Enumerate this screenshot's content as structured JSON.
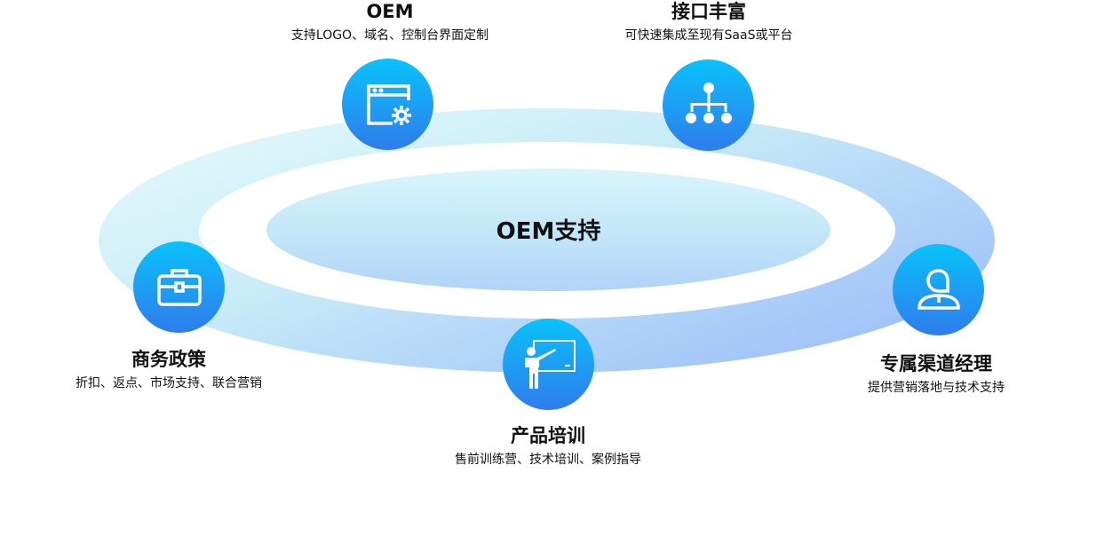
{
  "center": {
    "title": "OEM支持"
  },
  "features": [
    {
      "title": "OEM",
      "subtitle": "支持LOGO、域名、控制台界面定制",
      "icon": "window-gear-icon"
    },
    {
      "title": "接口丰富",
      "subtitle": "可快速集成至现有SaaS或平台",
      "icon": "hierarchy-icon"
    },
    {
      "title": "商务政策",
      "subtitle": "折扣、返点、市场支持、联合营销",
      "icon": "briefcase-icon"
    },
    {
      "title": "产品培训",
      "subtitle": "售前训练营、技术培训、案例指导",
      "icon": "teacher-icon"
    },
    {
      "title": "专属渠道经理",
      "subtitle": "提供营销落地与技术支持",
      "icon": "user-icon"
    }
  ],
  "colors": {
    "accent_top": "#09c2fb",
    "accent_bottom": "#2f7cec"
  }
}
